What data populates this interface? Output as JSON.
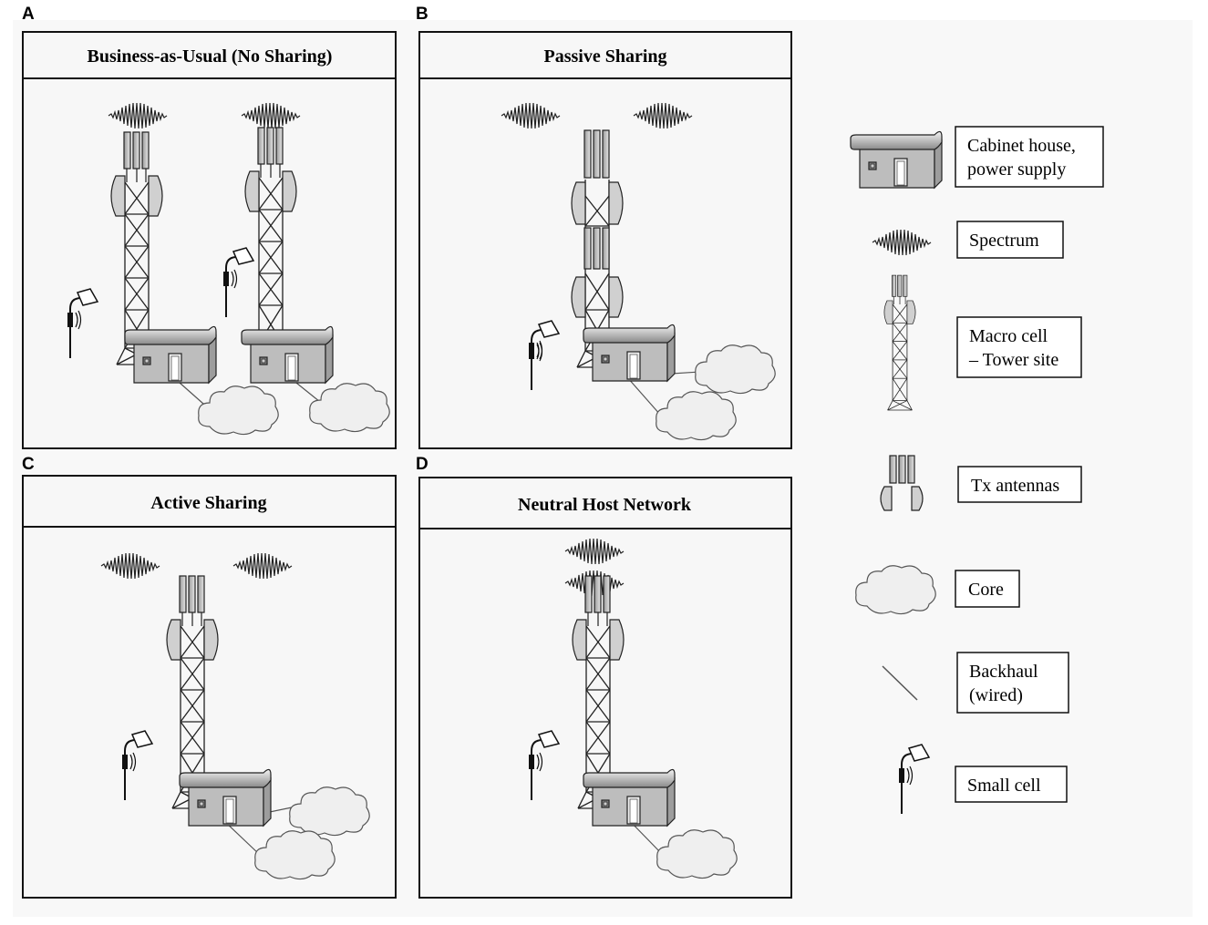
{
  "panels": [
    {
      "letter": "A",
      "title": "Business-as-Usual (No Sharing)"
    },
    {
      "letter": "B",
      "title": "Passive Sharing"
    },
    {
      "letter": "C",
      "title": "Active Sharing"
    },
    {
      "letter": "D",
      "title": "Neutral Host Network"
    }
  ],
  "legend": [
    {
      "icon": "cabinet-house-icon",
      "lines": [
        "Cabinet house,",
        "power supply"
      ]
    },
    {
      "icon": "spectrum-icon",
      "lines": [
        "Spectrum"
      ]
    },
    {
      "icon": "macro-cell-tower-icon",
      "lines": [
        "Macro cell",
        "– Tower site"
      ]
    },
    {
      "icon": "tx-antennas-icon",
      "lines": [
        "Tx antennas"
      ]
    },
    {
      "icon": "core-cloud-icon",
      "lines": [
        "Core"
      ]
    },
    {
      "icon": "backhaul-line-icon",
      "lines": [
        "Backhaul",
        "(wired)"
      ]
    },
    {
      "icon": "small-cell-icon",
      "lines": [
        "Small cell"
      ]
    }
  ],
  "colors": {
    "panel_bg": "#f7f7f7",
    "figure_bg": "#f8f8f8",
    "stroke": "#1a1a1a",
    "cloud_fill": "#efefef",
    "house_wall": "#bdbdbd",
    "roof": "#cfcfcf"
  }
}
